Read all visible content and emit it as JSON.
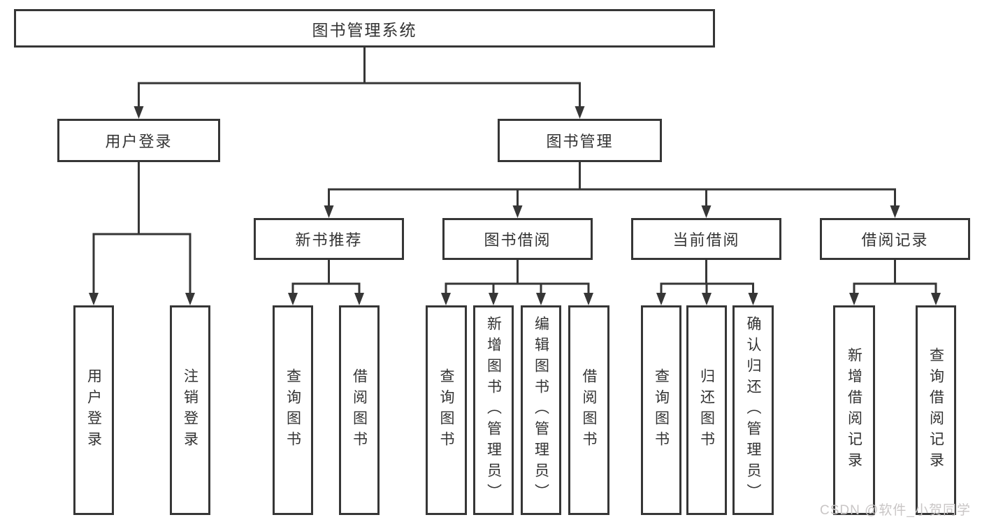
{
  "diagram": {
    "root": {
      "label": "图书管理系统"
    },
    "level2": {
      "user_login": {
        "label": "用户登录"
      },
      "book_mgmt": {
        "label": "图书管理"
      }
    },
    "level3": {
      "new_book": {
        "label": "新书推荐"
      },
      "borrow": {
        "label": "图书借阅"
      },
      "current": {
        "label": "当前借阅"
      },
      "records": {
        "label": "借阅记录"
      }
    },
    "leaves": {
      "user_login_login": {
        "label": "用户登录"
      },
      "user_login_logout": {
        "label": "注销登录"
      },
      "new_book_query": {
        "label": "查询图书"
      },
      "new_book_borrow": {
        "label": "借阅图书"
      },
      "borrow_query": {
        "label": "查询图书"
      },
      "borrow_add": {
        "label": "新增图书（管理员）"
      },
      "borrow_edit": {
        "label": "编辑图书（管理员）"
      },
      "borrow_lend": {
        "label": "借阅图书"
      },
      "current_query": {
        "label": "查询图书"
      },
      "current_return": {
        "label": "归还图书"
      },
      "current_confirm": {
        "label": "确认归还（管理员）"
      },
      "records_add": {
        "label": "新增借阅记录"
      },
      "records_query": {
        "label": "查询借阅记录"
      }
    },
    "watermark": "CSDN @软件_小贺同学",
    "colors": {
      "line": "#363636",
      "box_border": "#363636",
      "text": "#333333",
      "watermark": "#c9c6c6",
      "background": "#ffffff"
    }
  }
}
